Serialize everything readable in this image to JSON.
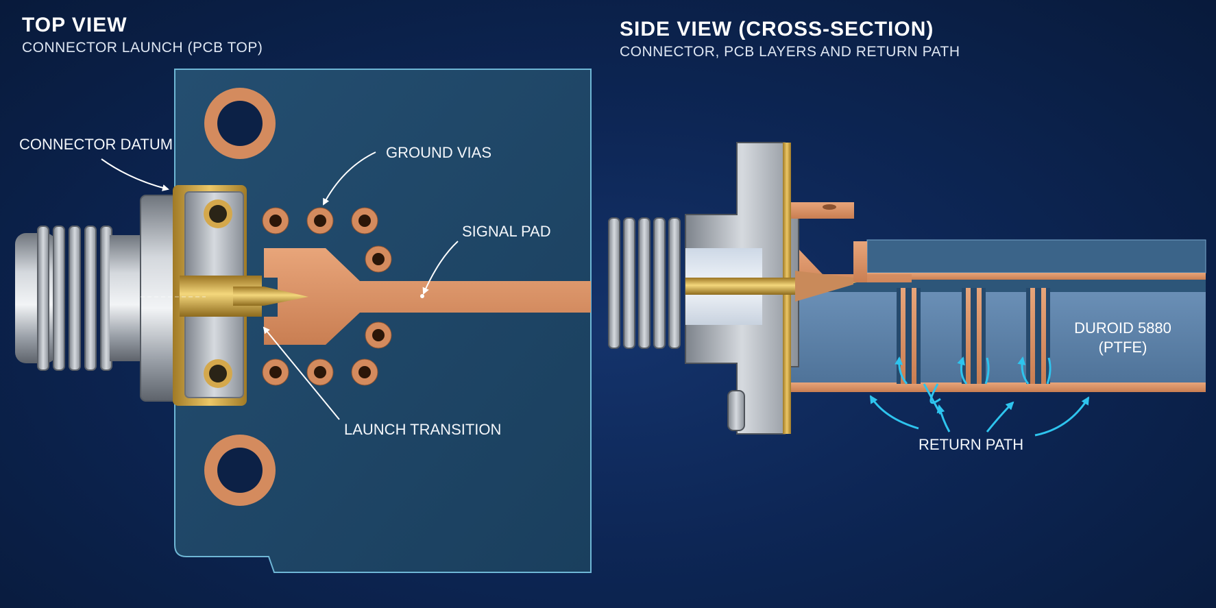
{
  "top_view": {
    "title": "TOP VIEW",
    "subtitle": "CONNECTOR LAUNCH (PCB TOP)",
    "labels": {
      "connector_datum": "CONNECTOR DATUM",
      "ground_vias": "GROUND VIAS",
      "signal_pad": "SIGNAL PAD",
      "launch_transition": "LAUNCH TRANSITION"
    }
  },
  "side_view": {
    "title": "SIDE VIEW (CROSS-SECTION)",
    "subtitle": "CONNECTOR, PCB LAYERS AND RETURN PATH",
    "labels": {
      "material_line1": "DUROID 5880",
      "material_line2": "(PTFE)",
      "return_path": "RETURN PATH"
    }
  },
  "colors": {
    "background": "#0b2249",
    "pcb": "#1f4868",
    "copper": "#d99063",
    "gold": "#d1a640",
    "steel": "#a9afb7",
    "dielectric": "#5b7fa6",
    "return_arrow": "#2ec4ee"
  }
}
